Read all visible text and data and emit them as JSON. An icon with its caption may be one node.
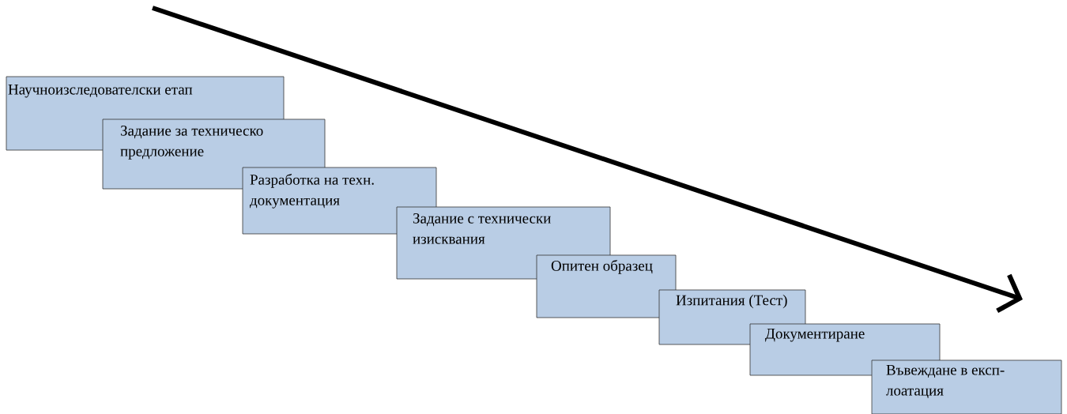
{
  "diagram": {
    "nodes": [
      {
        "text": [
          "Научноизследователски етап"
        ]
      },
      {
        "text": [
          "Задание за техническо предложение"
        ]
      },
      {
        "text": [
          "Разработка на техн. документация"
        ]
      },
      {
        "text": [
          "Задание с технически изисквания"
        ]
      },
      {
        "text": [
          "Опитен образец"
        ]
      },
      {
        "text": [
          "Изпитания (Тест)"
        ]
      },
      {
        "text": [
          "Документиране"
        ]
      },
      {
        "text": [
          "Въвеждане в експ- лоатация"
        ]
      }
    ]
  }
}
